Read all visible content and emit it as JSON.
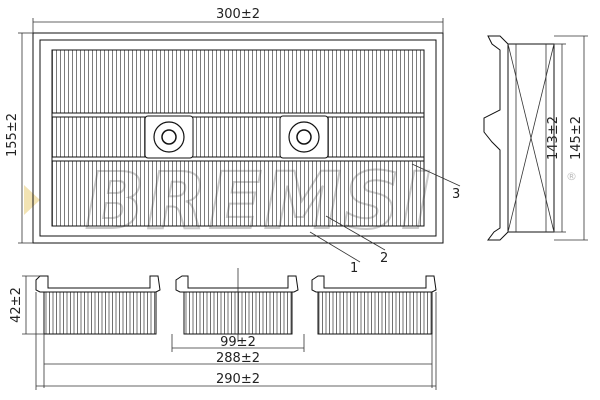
{
  "drawing": {
    "dimensions": {
      "top_width": "300±2",
      "left_height": "155±2",
      "side_inner_height": "143±2",
      "side_outer_height": "145±2",
      "bottom_height": "42±2",
      "bottom_center": "99±2",
      "bottom_mid": "288±2",
      "bottom_total": "290±2"
    },
    "callouts": {
      "c1": "1",
      "c2": "2",
      "c3": "3"
    },
    "watermark": {
      "text": "BREMSI",
      "registered": "®"
    }
  }
}
